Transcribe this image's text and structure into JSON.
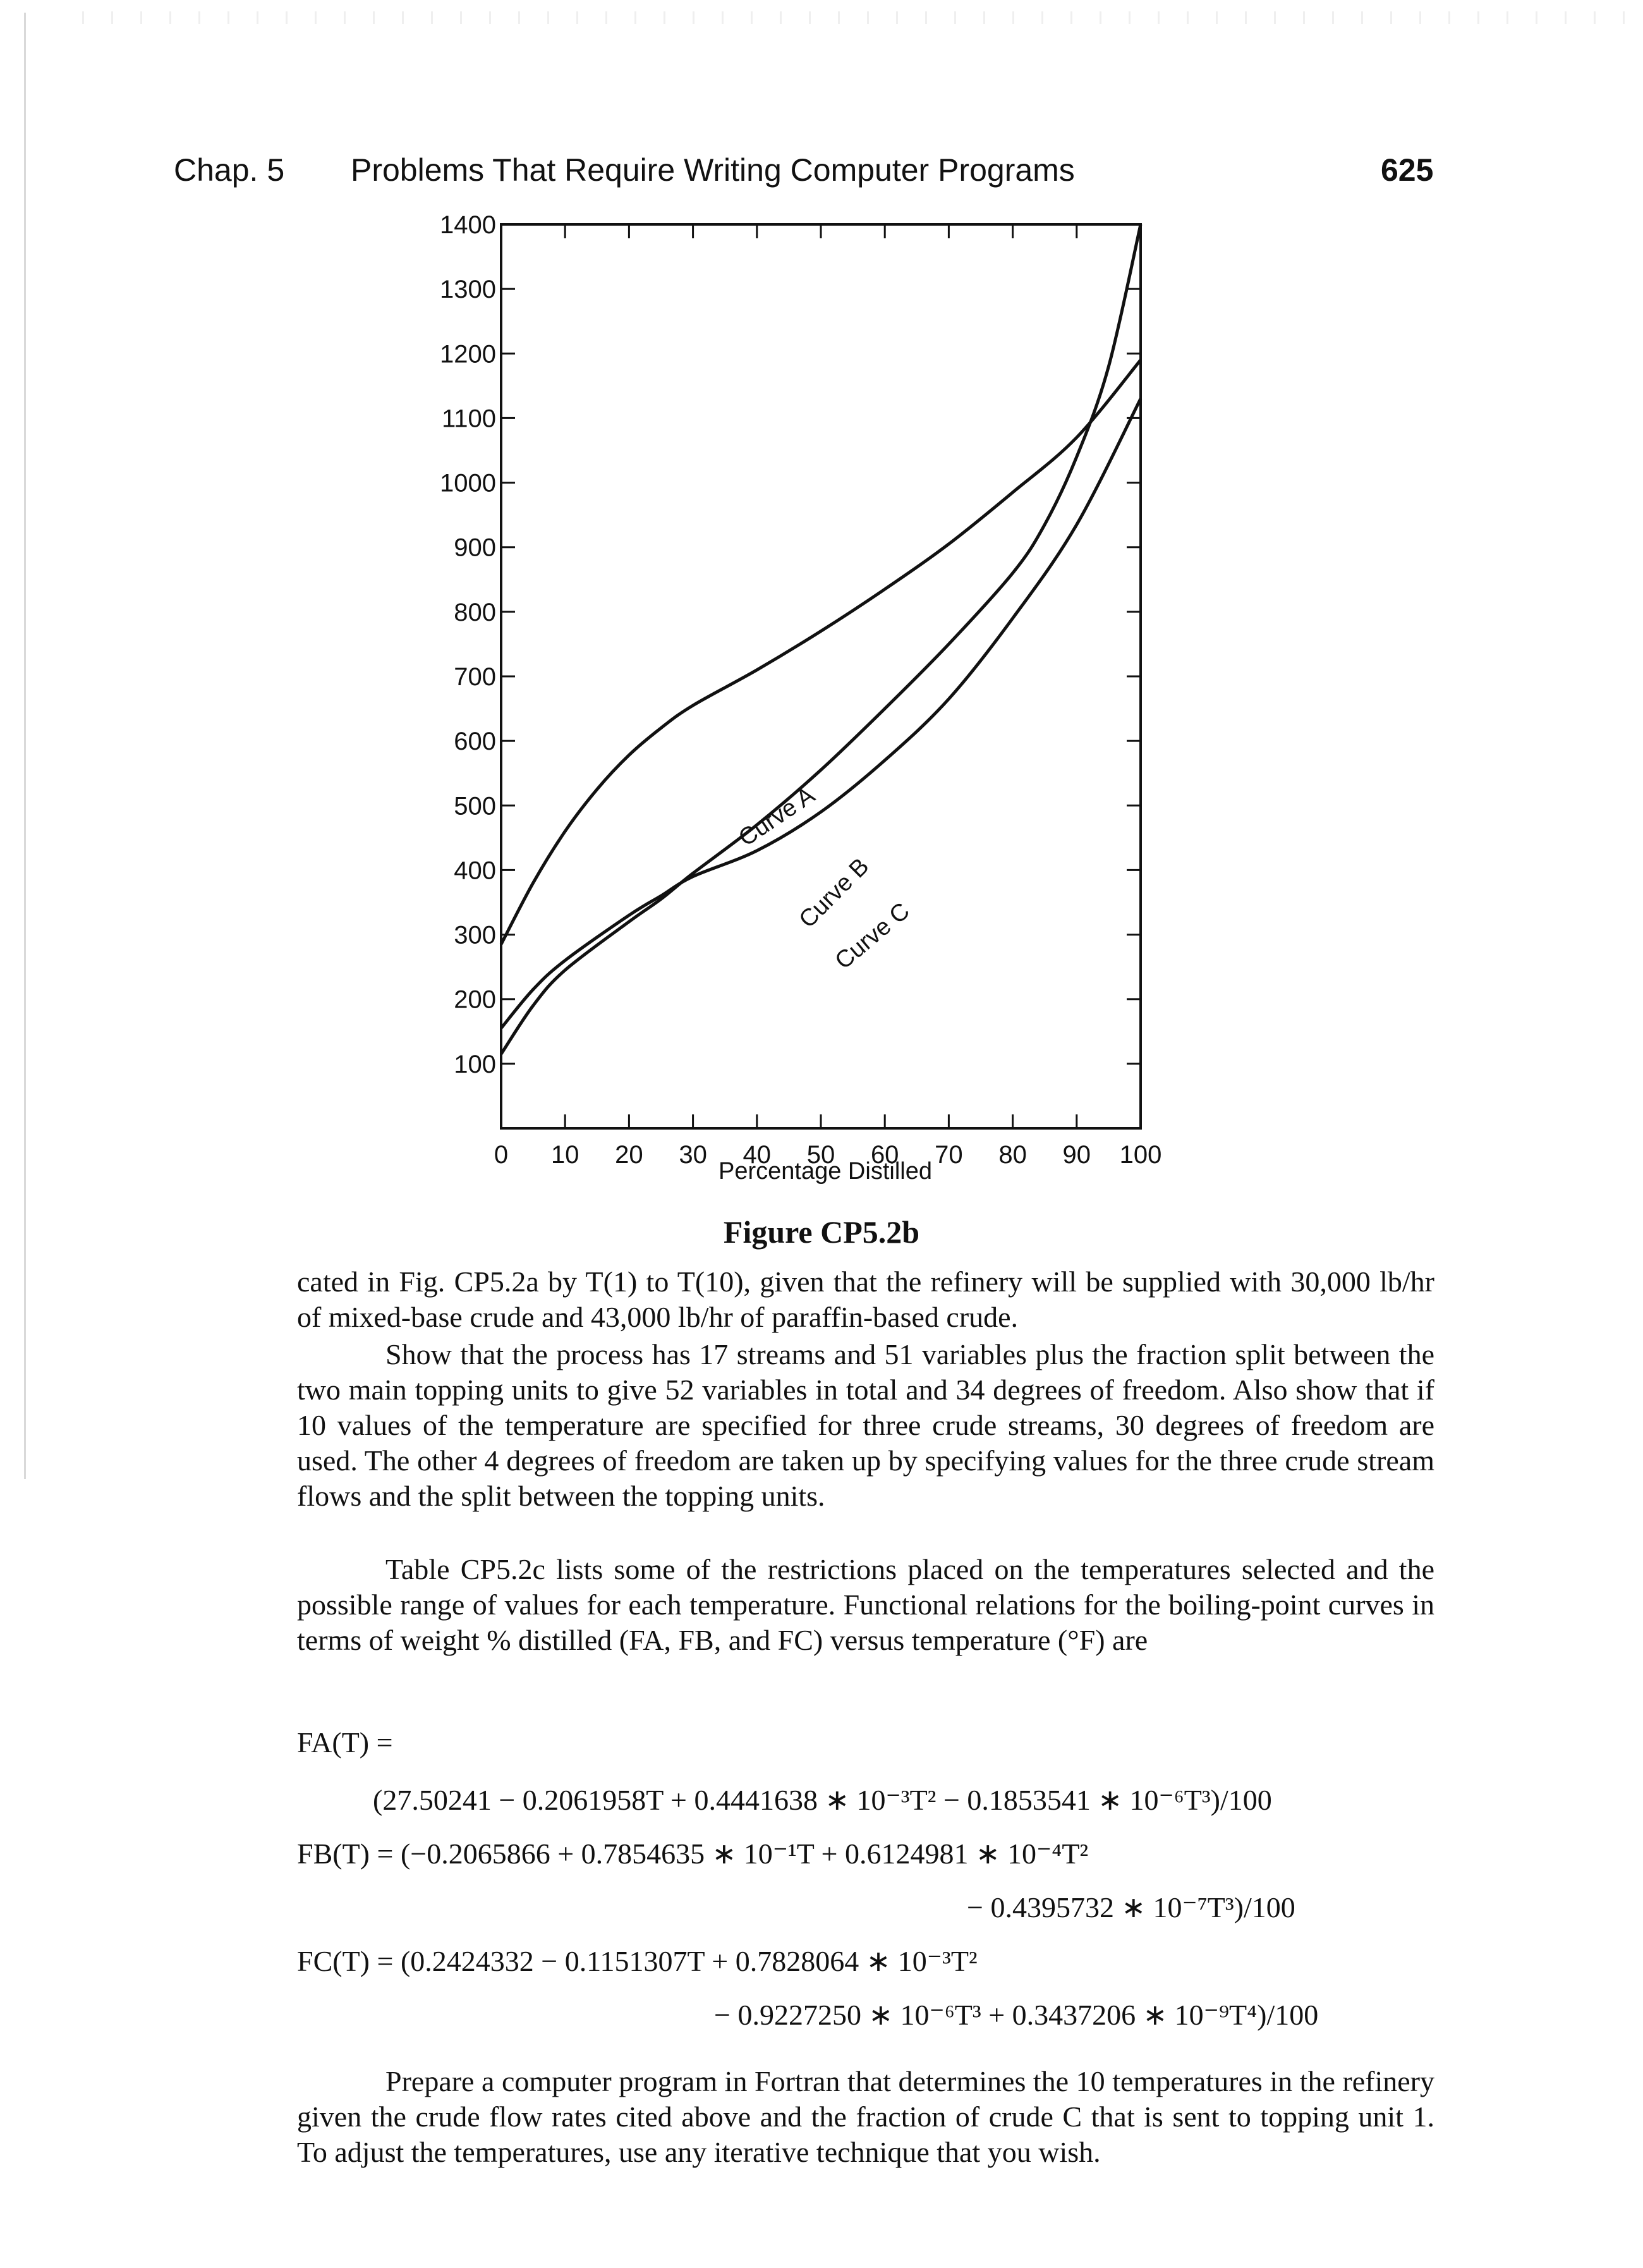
{
  "header": {
    "chapter": "Chap. 5",
    "title": "Problems That Require Writing Computer Programs",
    "page_number": "625"
  },
  "chart_data": {
    "type": "line",
    "xlabel": "Percentage Distilled",
    "ylabel": "",
    "xlim": [
      0,
      100
    ],
    "ylim": [
      0,
      1400
    ],
    "x_ticks": [
      "0",
      "10",
      "20",
      "30",
      "40",
      "50",
      "60",
      "70",
      "80",
      "90",
      "100"
    ],
    "y_ticks": [
      "100",
      "200",
      "300",
      "400",
      "500",
      "600",
      "700",
      "800",
      "900",
      "1000",
      "1100",
      "1200",
      "1300",
      "1400"
    ],
    "grid": false,
    "series": [
      {
        "name": "Curve A",
        "x": [
          0,
          5,
          10,
          15,
          20,
          25,
          30,
          40,
          50,
          60,
          70,
          80,
          90,
          100
        ],
        "y": [
          285,
          380,
          460,
          525,
          578,
          620,
          655,
          710,
          770,
          835,
          905,
          985,
          1070,
          1190
        ]
      },
      {
        "name": "Curve B",
        "x": [
          0,
          5,
          10,
          20,
          25,
          30,
          40,
          50,
          60,
          70,
          80,
          85,
          90,
          95,
          100
        ],
        "y": [
          115,
          190,
          245,
          320,
          355,
          395,
          470,
          555,
          650,
          750,
          860,
          935,
          1040,
          1180,
          1400
        ]
      },
      {
        "name": "Curve C",
        "x": [
          0,
          5,
          10,
          20,
          25,
          30,
          40,
          50,
          60,
          70,
          80,
          90,
          100
        ],
        "y": [
          155,
          215,
          260,
          330,
          360,
          390,
          430,
          490,
          570,
          665,
          790,
          935,
          1130
        ]
      }
    ]
  },
  "figure": {
    "caption": "Figure CP5.2b"
  },
  "body": {
    "p1": "cated in Fig. CP5.2a by T(1) to T(10), given that the refinery will be supplied with 30,000 lb/hr of mixed-base crude and 43,000 lb/hr of paraffin-based crude.",
    "p2": "Show that the process has 17 streams and 51 variables plus the fraction split between the two main topping units to give 52 variables in total and 34 degrees of freedom. Also show that if 10 values of the temperature are specified for three crude streams, 30 degrees of freedom are used. The other 4 degrees of freedom are taken up by specifying values for the three crude stream flows and the split between the topping units.",
    "p3": "Table CP5.2c lists some of the restrictions placed on the temperatures selected and the possible range of values for each temperature. Functional relations for the boiling-point curves in terms of weight % distilled (FA, FB, and FC) versus temperature (°F) are",
    "p4": "Prepare a computer program in Fortran that determines the 10 temperatures in the refinery given the crude flow rates cited above and the fraction of crude C that is sent to topping unit 1. To adjust the temperatures, use any iterative technique that you wish."
  },
  "equations": {
    "fa_lhs": "FA(T) =",
    "fa_line": "(27.50241 − 0.2061958T + 0.4441638 ∗ 10⁻³T² − 0.1853541 ∗ 10⁻⁶T³)/100",
    "fb_line1": "FB(T) = (−0.2065866 + 0.7854635 ∗ 10⁻¹T + 0.6124981 ∗ 10⁻⁴T²",
    "fb_line2": "− 0.4395732 ∗ 10⁻⁷T³)/100",
    "fc_line1": "FC(T) = (0.2424332 − 0.1151307T + 0.7828064 ∗ 10⁻³T²",
    "fc_line2": "− 0.9227250 ∗ 10⁻⁶T³ + 0.3437206 ∗ 10⁻⁹T⁴)/100"
  }
}
